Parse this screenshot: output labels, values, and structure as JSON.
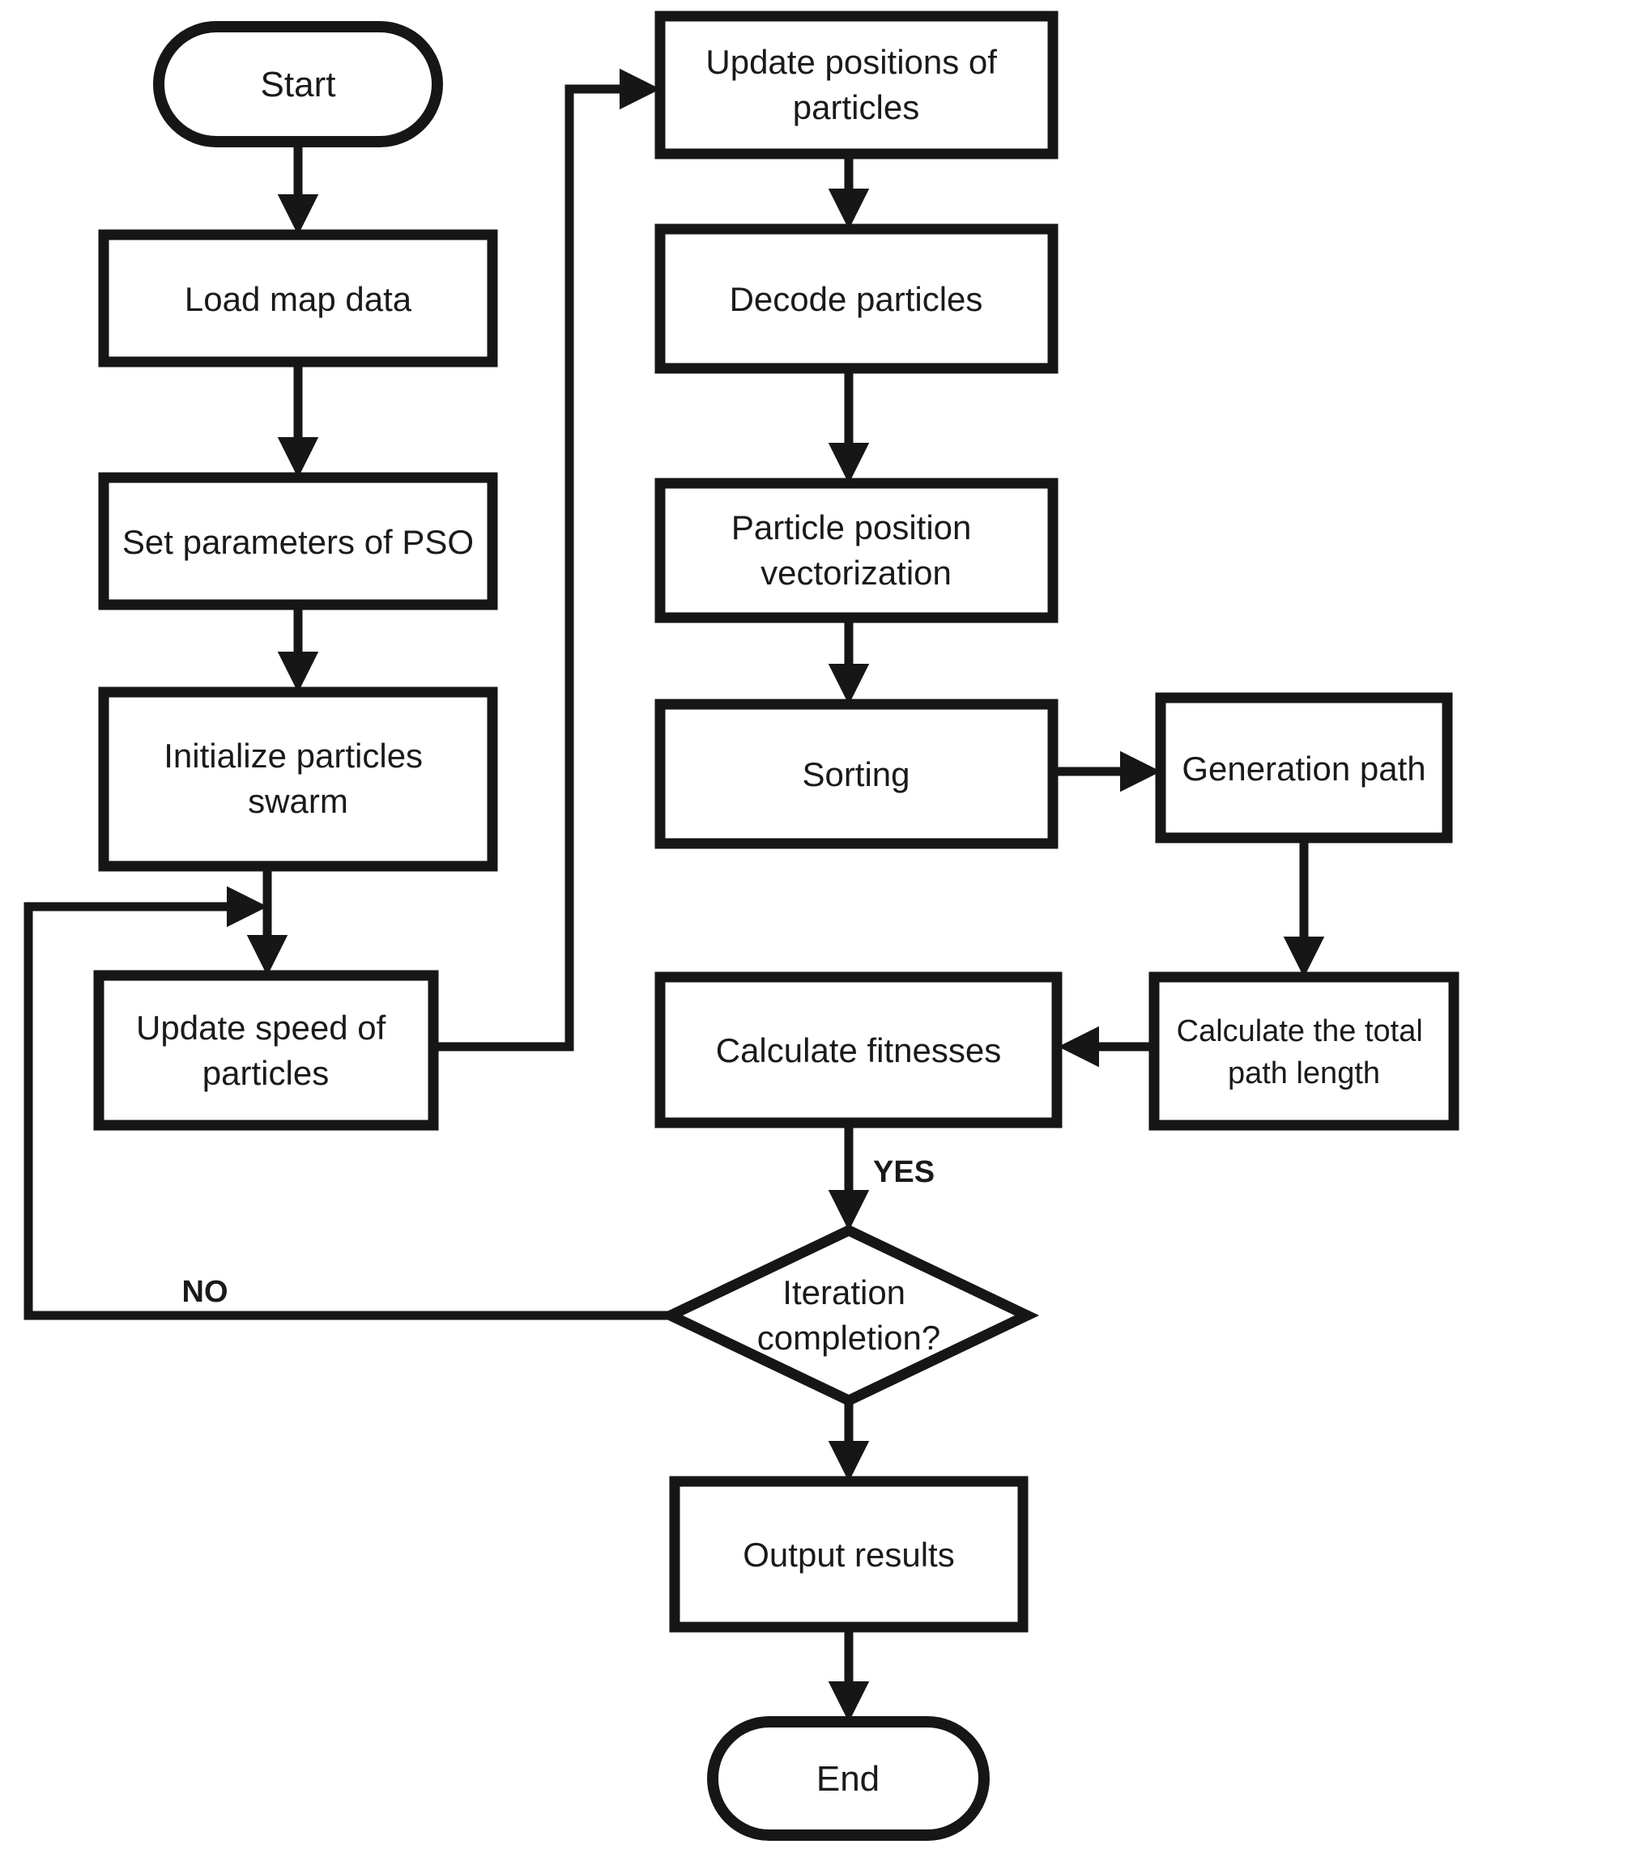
{
  "diagram": {
    "background_color": "#ffffff",
    "stroke_color": "#161616",
    "node_fill_color": "#ffffff",
    "nodes": {
      "start": {
        "type": "terminator",
        "label": "Start"
      },
      "load_map_data": {
        "type": "process",
        "label": "Load map data"
      },
      "set_parameters": {
        "type": "process",
        "label": "Set parameters of PSO"
      },
      "initialize_swarm": {
        "type": "process",
        "lines": [
          "Initialize particles",
          "swarm"
        ]
      },
      "update_speed": {
        "type": "process",
        "lines": [
          "Update speed of",
          "particles"
        ]
      },
      "update_positions": {
        "type": "process",
        "lines": [
          "Update positions of",
          "particles"
        ]
      },
      "decode_particles": {
        "type": "process",
        "label": "Decode particles"
      },
      "vectorization": {
        "type": "process",
        "lines": [
          "Particle position",
          "vectorization"
        ]
      },
      "sorting": {
        "type": "process",
        "label": "Sorting"
      },
      "generation_path": {
        "type": "process",
        "label": "Generation path"
      },
      "calc_total_path": {
        "type": "process",
        "lines": [
          "Calculate the total",
          "path length"
        ]
      },
      "calc_fitnesses": {
        "type": "process",
        "label": "Calculate fitnesses"
      },
      "iteration_check": {
        "type": "decision",
        "lines": [
          "Iteration",
          "completion?"
        ]
      },
      "output_results": {
        "type": "process",
        "label": "Output results"
      },
      "end": {
        "type": "terminator",
        "label": "End"
      }
    },
    "edge_labels": {
      "yes": "YES",
      "no": "NO"
    },
    "edges": [
      {
        "from": "start",
        "to": "load_map_data",
        "label": ""
      },
      {
        "from": "load_map_data",
        "to": "set_parameters",
        "label": ""
      },
      {
        "from": "set_parameters",
        "to": "initialize_swarm",
        "label": ""
      },
      {
        "from": "initialize_swarm",
        "to": "update_speed",
        "label": ""
      },
      {
        "from": "update_speed",
        "to": "update_positions",
        "label": ""
      },
      {
        "from": "update_positions",
        "to": "decode_particles",
        "label": ""
      },
      {
        "from": "decode_particles",
        "to": "vectorization",
        "label": ""
      },
      {
        "from": "vectorization",
        "to": "sorting",
        "label": ""
      },
      {
        "from": "sorting",
        "to": "generation_path",
        "label": ""
      },
      {
        "from": "generation_path",
        "to": "calc_total_path",
        "label": ""
      },
      {
        "from": "calc_total_path",
        "to": "calc_fitnesses",
        "label": ""
      },
      {
        "from": "calc_fitnesses",
        "to": "iteration_check",
        "label": "YES"
      },
      {
        "from": "iteration_check",
        "to": "output_results",
        "label": ""
      },
      {
        "from": "iteration_check",
        "to": "update_speed",
        "label": "NO"
      },
      {
        "from": "output_results",
        "to": "end",
        "label": ""
      }
    ]
  }
}
